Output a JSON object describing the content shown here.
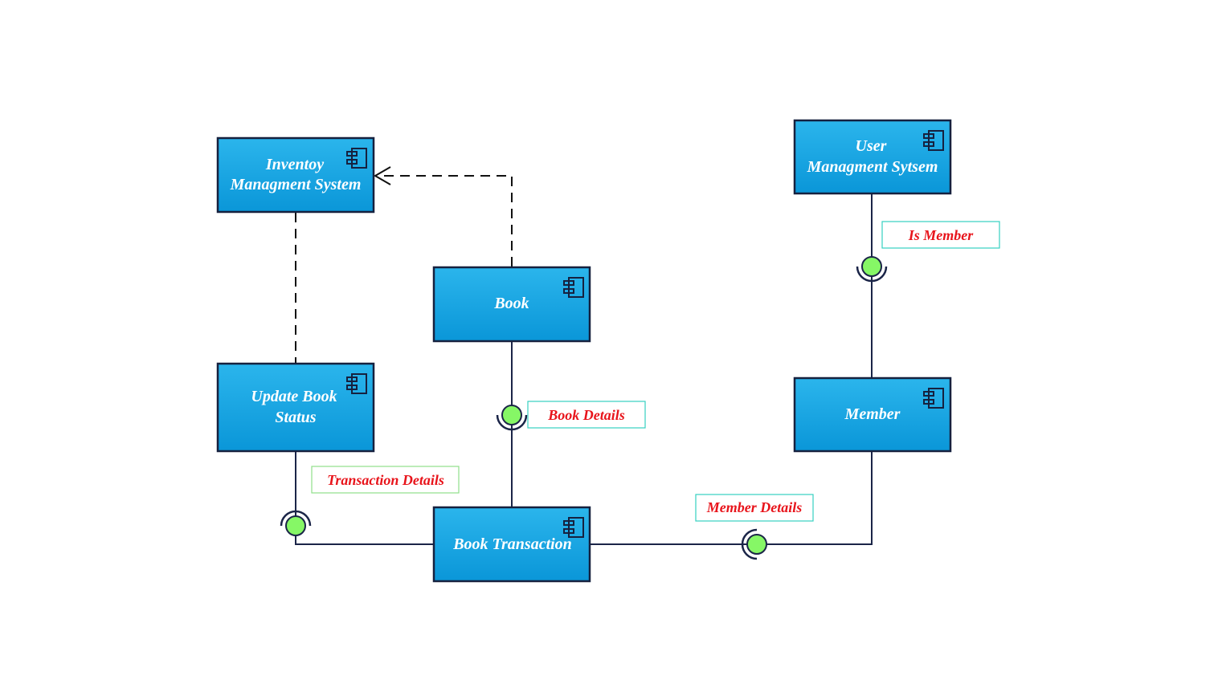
{
  "components": {
    "inventory": {
      "line1": "Inventoy",
      "line2": "Managment System"
    },
    "user_mgmt": {
      "line1": "User",
      "line2": "Managment Sytsem"
    },
    "book": {
      "label": "Book"
    },
    "update_status": {
      "line1": "Update Book",
      "line2": "Status"
    },
    "member": {
      "label": "Member"
    },
    "book_transaction": {
      "label": "Book Transaction"
    }
  },
  "interfaces": {
    "is_member": "Is Member",
    "book_details": "Book Details",
    "transaction_details": "Transaction Details",
    "member_details": "Member Details"
  },
  "colors": {
    "component_fill_top": "#2bb5ec",
    "component_fill_bottom": "#0a96d8",
    "component_border": "#16213f",
    "interface_ball": "#86f766",
    "interface_label": "#e8141b",
    "label_border_teal": "#35d0c0",
    "label_border_green": "#8fe08a"
  }
}
